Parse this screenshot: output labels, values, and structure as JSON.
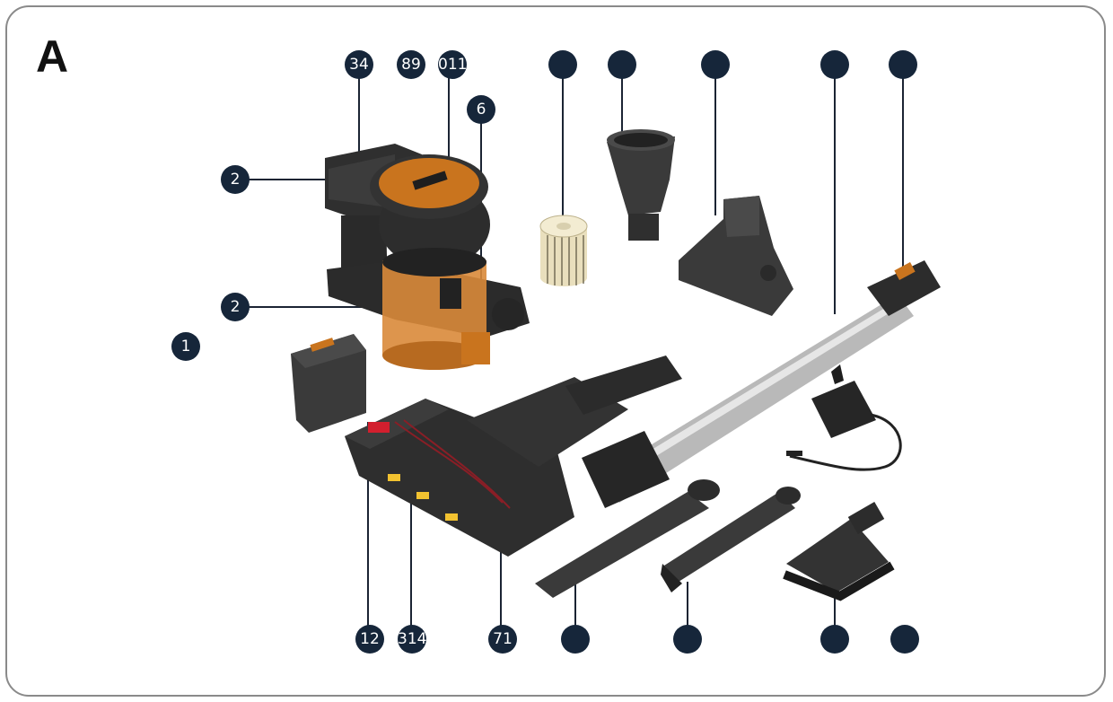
{
  "panel_label": "A",
  "callouts": {
    "top_a": "34",
    "top_b": "89",
    "top_c": "011",
    "top_d": "6",
    "left_upper": "2",
    "left_lower": "2",
    "far_left": "1",
    "bottom_a": "12",
    "bottom_b": "314",
    "bottom_c": "71"
  },
  "colors": {
    "marker": "#16263a",
    "dark_part": "#2f2f2f",
    "orange": "#c9741e",
    "filter": "#f3ecd2",
    "metal": "#b9b9b9",
    "accent_red": "#d21f2e",
    "accent_yellow": "#f2c230"
  }
}
